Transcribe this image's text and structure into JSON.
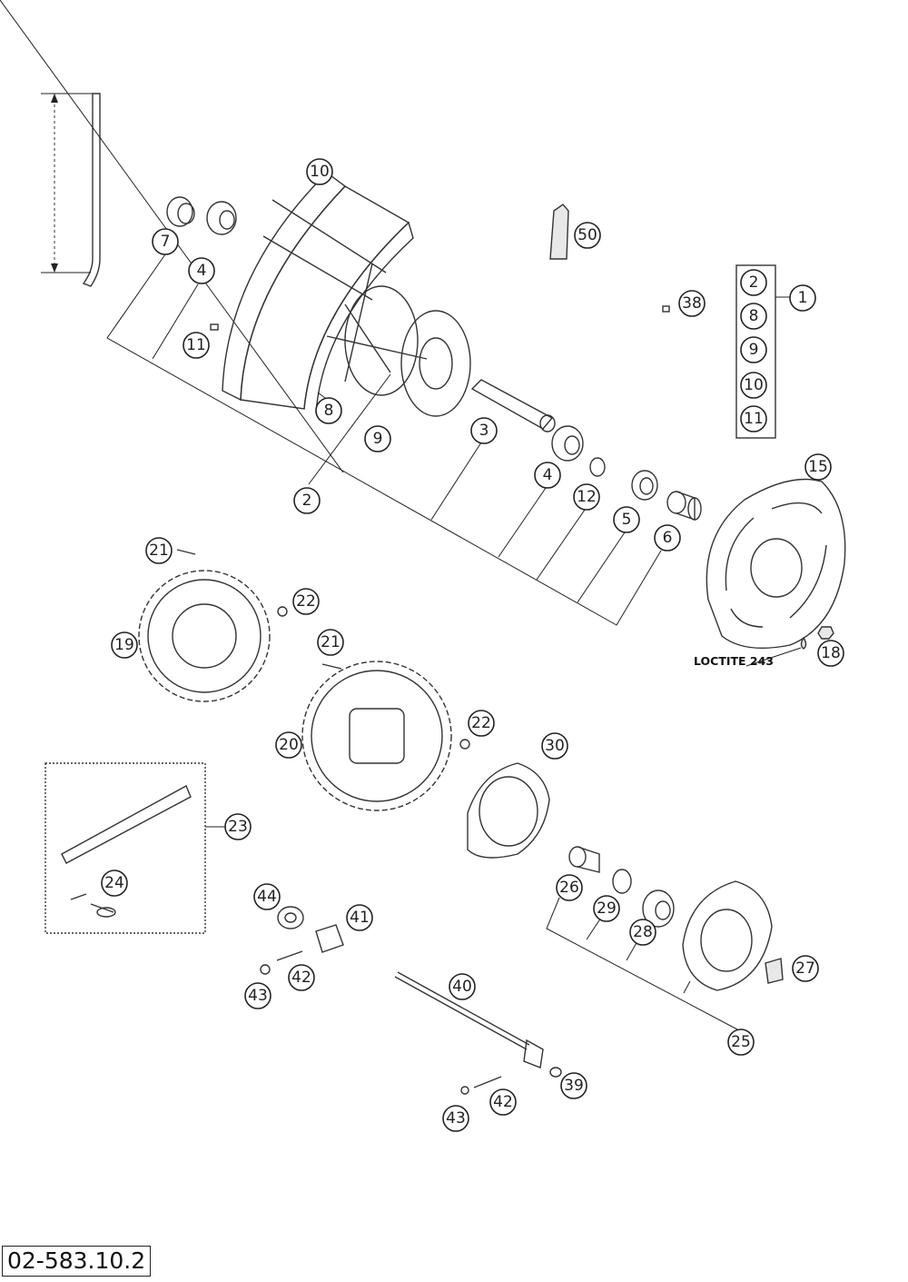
{
  "drawing_number": "02-583.10.2",
  "note": "LOCTITE 243",
  "group_box": {
    "number": "1",
    "members": [
      "2",
      "8",
      "9",
      "10",
      "11"
    ]
  },
  "callouts": {
    "c1": "1",
    "c2": "2",
    "c3": "3",
    "c4a": "4",
    "c4b": "4",
    "c5": "5",
    "c6": "6",
    "c7": "7",
    "c8": "8",
    "c9": "9",
    "c10": "10",
    "c11": "11",
    "c12": "12",
    "c15": "15",
    "c18": "18",
    "c19": "19",
    "c20": "20",
    "c21a": "21",
    "c21b": "21",
    "c22a": "22",
    "c22b": "22",
    "c23": "23",
    "c24": "24",
    "c25": "25",
    "c26": "26",
    "c27": "27",
    "c28": "28",
    "c29": "29",
    "c30": "30",
    "c38": "38",
    "c39": "39",
    "c40": "40",
    "c41": "41",
    "c42a": "42",
    "c42b": "42",
    "c43a": "43",
    "c43b": "43",
    "c44": "44",
    "c50": "50"
  }
}
